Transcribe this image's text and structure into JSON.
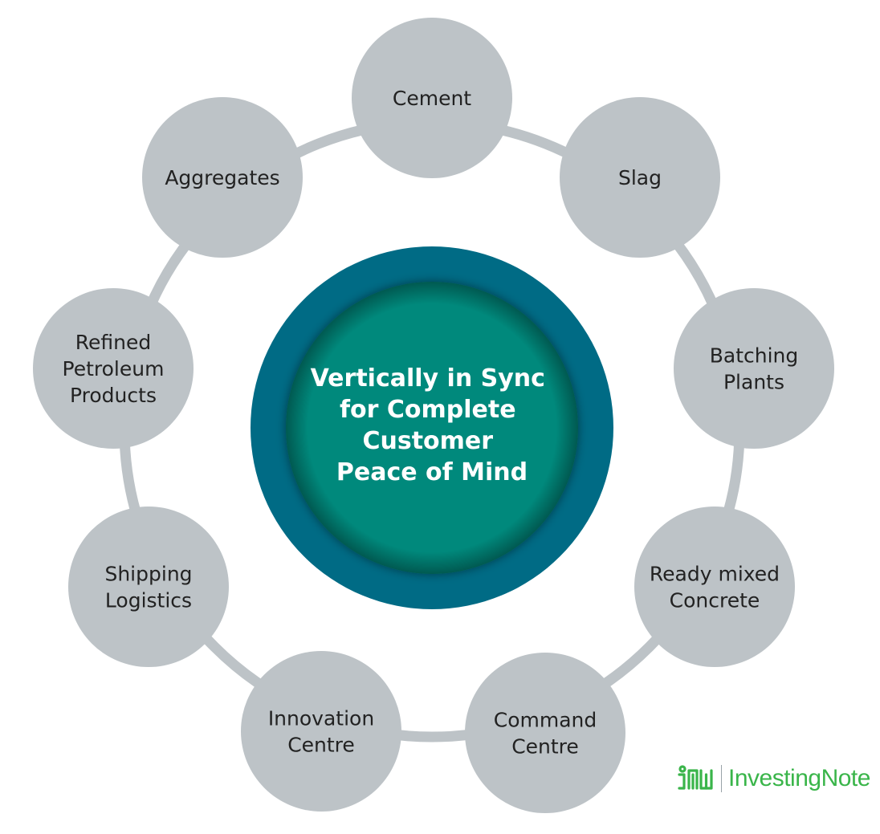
{
  "center": {
    "title_lines": [
      "Vertically in Sync",
      "for Complete",
      "Customer",
      "Peace of Mind"
    ]
  },
  "nodes": [
    {
      "lines": [
        "Cement"
      ]
    },
    {
      "lines": [
        "Slag"
      ]
    },
    {
      "lines": [
        "Batching",
        "Plants"
      ]
    },
    {
      "lines": [
        "Ready mixed",
        "Concrete"
      ]
    },
    {
      "lines": [
        "Command",
        "Centre"
      ]
    },
    {
      "lines": [
        "Innovation",
        "Centre"
      ]
    },
    {
      "lines": [
        "Shipping",
        "Logistics"
      ]
    },
    {
      "lines": [
        "Refined",
        "Petroleum",
        "Products"
      ]
    },
    {
      "lines": [
        "Aggregates"
      ]
    }
  ],
  "logo": {
    "text": "InvestingNote",
    "icon": "investingnote-logo-icon"
  },
  "colors": {
    "node_fill": "#bdc3c7",
    "ring_line": "#bdc3c7",
    "center_outer": "#006b85",
    "center_inner": "#00897b",
    "logo_green": "#3ab54a"
  }
}
